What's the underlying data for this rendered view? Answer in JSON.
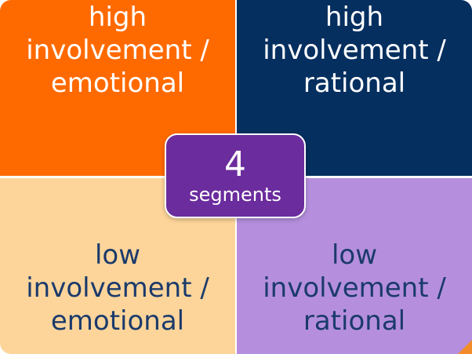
{
  "colors": {
    "top_left": "#FF6A00",
    "top_right": "#052F5F",
    "bottom_left": "#FDD59B",
    "bottom_right": "#B58FDD",
    "center": "#6B2C9E",
    "light_text": "#FFFFFF",
    "dark_text": "#1B3A6B",
    "corner_accent": "#F28C28"
  },
  "quadrants": {
    "top_left": {
      "lines": [
        "high",
        "involvement /",
        "emotional"
      ]
    },
    "top_right": {
      "lines": [
        "high",
        "involvement /",
        "rational"
      ]
    },
    "bottom_left": {
      "lines": [
        "low",
        "involvement /",
        "emotional"
      ]
    },
    "bottom_right": {
      "lines": [
        "low",
        "involvement /",
        "rational"
      ]
    }
  },
  "center": {
    "number": "4",
    "label": "segments"
  }
}
